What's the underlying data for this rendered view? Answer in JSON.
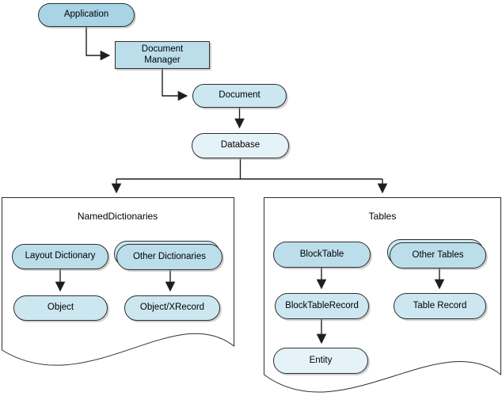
{
  "nodes": {
    "application": "Application",
    "document_manager": "Document Manager",
    "document": "Document",
    "database": "Database"
  },
  "groups": {
    "named_dictionaries": {
      "title": "NamedDictionaries",
      "layout_dictionary": "Layout Dictionary",
      "other_dictionaries": "Other Dictionaries",
      "object": "Object",
      "object_xrecord": "Object/XRecord"
    },
    "tables": {
      "title": "Tables",
      "block_table": "BlockTable",
      "other_tables": "Other Tables",
      "block_table_record": "BlockTableRecord",
      "table_record": "Table Record",
      "entity": "Entity"
    }
  },
  "stacked_nodes": [
    "Other Dictionaries",
    "Other Tables"
  ],
  "edges": [
    {
      "from": "Application",
      "to": "Document Manager"
    },
    {
      "from": "Document Manager",
      "to": "Document"
    },
    {
      "from": "Document",
      "to": "Database"
    },
    {
      "from": "Database",
      "to": "NamedDictionaries"
    },
    {
      "from": "Database",
      "to": "Tables"
    },
    {
      "from": "Layout Dictionary",
      "to": "Object"
    },
    {
      "from": "Other Dictionaries",
      "to": "Object/XRecord"
    },
    {
      "from": "BlockTable",
      "to": "BlockTableRecord"
    },
    {
      "from": "BlockTableRecord",
      "to": "Entity"
    },
    {
      "from": "Other Tables",
      "to": "Table Record"
    }
  ],
  "colors": {
    "background": "#ffffff",
    "border": "#2e2e2e",
    "fill_darkest": "#a8d4e5",
    "fill_medium": "#bcdeeb",
    "fill_light": "#cde7f1",
    "fill_palest": "#e5f2f8",
    "connector": "#1f1f1f"
  }
}
